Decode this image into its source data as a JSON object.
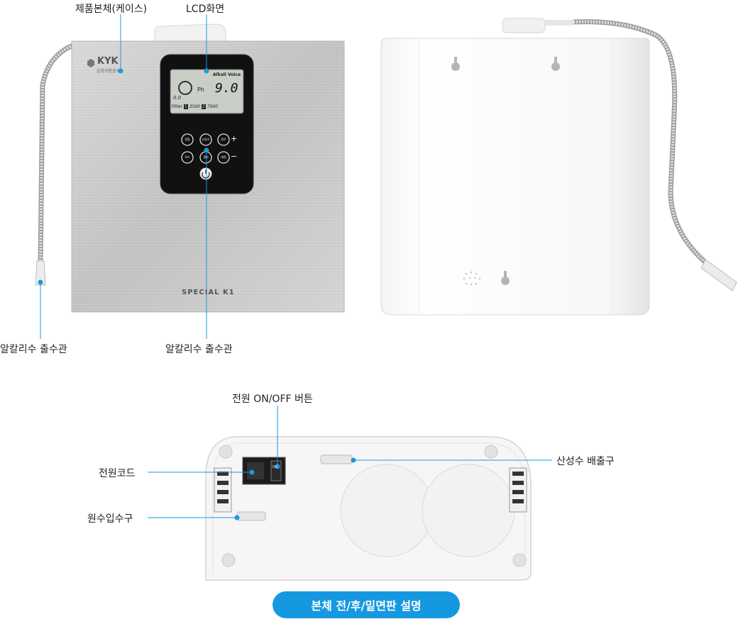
{
  "labels": {
    "case": "제품본체(케이스)",
    "lcd": "LCD화면",
    "outlet_left": "알칼리수 출수관",
    "outlet_center": "알칼리수 출수관",
    "power_switch": "전원 ON/OFF 버튼",
    "power_cord": "전원코드",
    "inlet": "원수입수구",
    "acid_outlet": "산성수 배출구"
  },
  "device": {
    "brand": "KYK",
    "brand_sub": "김영귀환원수",
    "model": "SPECIAL K1",
    "lcd": {
      "header": "Alkali Voice",
      "mode": "Ph",
      "value": "9.0",
      "flow": "0.0",
      "filter_label": "Filter",
      "filter1_num": "1",
      "filter1_val": "3500",
      "filter2_num": "2",
      "filter2_val": "7000"
    },
    "buttons": [
      "알칼",
      "산성수",
      "정수",
      "모드",
      "필터",
      "세정"
    ],
    "plus": "+",
    "minus": "−",
    "switch_on": "ON"
  },
  "footer": {
    "title": "본체 전/후/밑면판 설명"
  },
  "colors": {
    "accent": "#1a9ae0",
    "pill": "#1698e0",
    "panel": "#111111",
    "steel": "#c8c8c8"
  }
}
